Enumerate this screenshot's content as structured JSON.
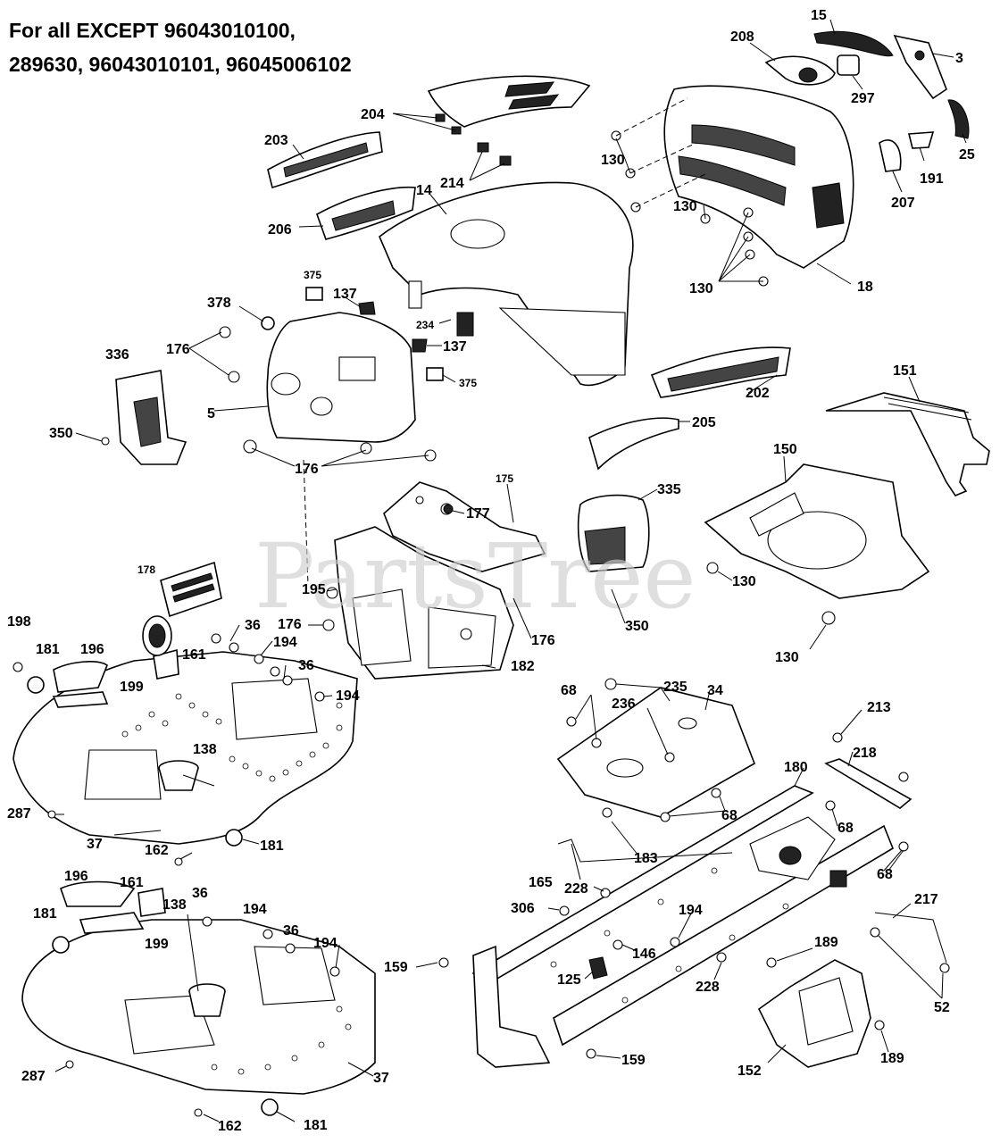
{
  "title": {
    "line1": "For all EXCEPT 96043010100,",
    "line2": "289630, 96043010101, 96045006102"
  },
  "watermark": "PartsTree",
  "callouts": {
    "c15": "15",
    "c208": "208",
    "c3": "3",
    "c297": "297",
    "c25": "25",
    "c204": "204",
    "c203": "203",
    "c130a": "130",
    "c214": "214",
    "c14": "14",
    "c191": "191",
    "c207": "207",
    "c206": "206",
    "c130b": "130",
    "c130c": "130",
    "c18": "18",
    "c375a": "375",
    "c137a": "137",
    "c378": "378",
    "c234": "234",
    "c176a": "176",
    "c137b": "137",
    "c336": "336",
    "c375b": "375",
    "c151": "151",
    "c202": "202",
    "c5": "5",
    "c350a": "350",
    "c205": "205",
    "c176b": "176",
    "c150": "150",
    "c335": "335",
    "c175": "175",
    "c177": "177",
    "c178": "178",
    "c130d": "130",
    "c195": "195",
    "c176c": "176",
    "c350b": "350",
    "c176d": "176",
    "c130e": "130",
    "c198": "198",
    "c36a": "36",
    "c194a": "194",
    "c181a": "181",
    "c196a": "196",
    "c161a": "161",
    "c36b": "36",
    "c182": "182",
    "c199a": "199",
    "c194b": "194",
    "c68a": "68",
    "c235": "235",
    "c34": "34",
    "c236": "236",
    "c138a": "138",
    "c213": "213",
    "c218": "218",
    "c287a": "287",
    "c180": "180",
    "c68b": "68",
    "c68c": "68",
    "c37a": "37",
    "c181b": "181",
    "c162a": "162",
    "c183": "183",
    "c68d": "68",
    "c165": "165",
    "c228a": "228",
    "c196b": "196",
    "c217": "217",
    "c161b": "161",
    "c36c": "36",
    "c138b": "138",
    "c306": "306",
    "c194c": "194",
    "c194d": "194",
    "c36d": "36",
    "c181c": "181",
    "c194e": "194",
    "c199b": "199",
    "c189a": "189",
    "c146": "146",
    "c159a": "159",
    "c52": "52",
    "c125": "125",
    "c228b": "228",
    "c159b": "159",
    "c287b": "287",
    "c37b": "37",
    "c189b": "189",
    "c152": "152",
    "c162b": "162",
    "c181d": "181"
  }
}
